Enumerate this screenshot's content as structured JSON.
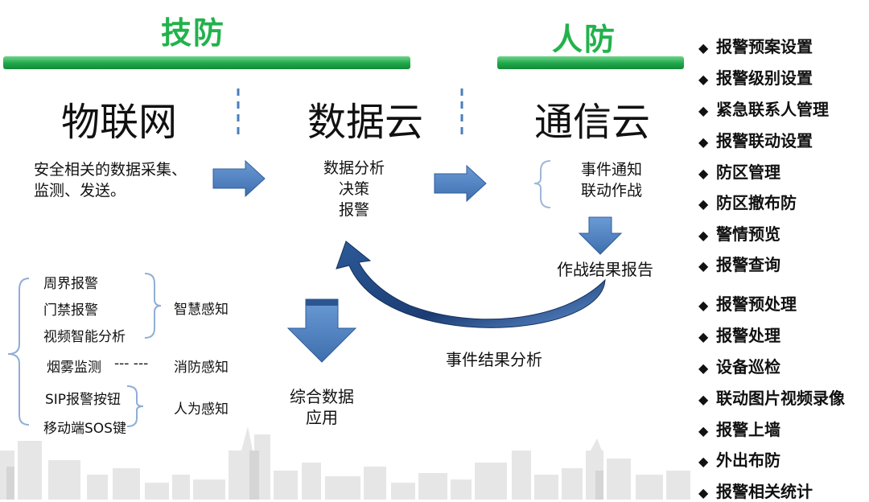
{
  "headers": {
    "tech": "技防",
    "human": "人防"
  },
  "columns": {
    "iot": "物联网",
    "data_cloud": "数据云",
    "comm_cloud": "通信云"
  },
  "iot_desc": [
    "安全相关的数据采集、",
    "监测、发送。"
  ],
  "data_cloud_desc": [
    "数据分析",
    "决策",
    "报警"
  ],
  "comm_cloud_desc": [
    "事件通知",
    "联动作战"
  ],
  "combat_report": "作战结果报告",
  "event_analysis": "事件结果分析",
  "integrated_app": [
    "综合数据",
    "应用"
  ],
  "sensing": {
    "smart_items": [
      "周界报警",
      "门禁报警",
      "视频智能分析"
    ],
    "smart_label": "智慧感知",
    "fire_item": "烟雾监测",
    "fire_dash": "---   ---",
    "fire_label": "消防感知",
    "human_items": [
      "SIP报警按钮",
      "移动端SOS键"
    ],
    "human_label": "人为感知"
  },
  "bullets": {
    "marker": "◆",
    "items": [
      "报警预案设置",
      "报警级别设置",
      "紧急联系人管理",
      "报警联动设置",
      "防区管理",
      "防区撤布防",
      "警情预览",
      "报警查询",
      "报警预处理",
      "报警处理",
      "设备巡检",
      "联动图片视频录像",
      "报警上墙",
      "外出布防",
      "报警相关统计"
    ]
  },
  "colors": {
    "green": "#22b24c",
    "arrow_blue": "#4a7ebb",
    "skyline": "#e3e3e3"
  }
}
